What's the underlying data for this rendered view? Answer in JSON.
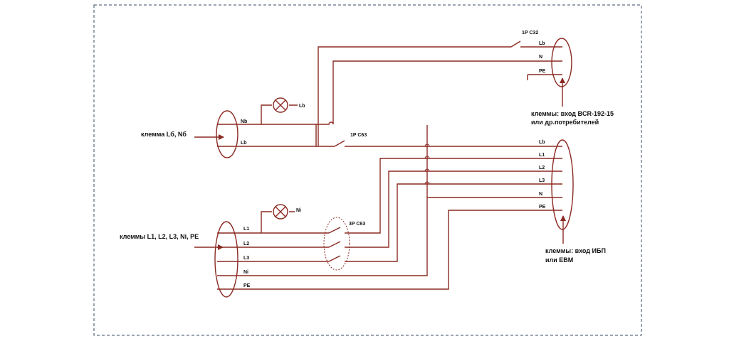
{
  "colors": {
    "wire": "#8b2a22",
    "frame": "#3a4a66"
  },
  "captions": {
    "input_ln": "клемма Lб, Nб",
    "input_3ph": "клеммы L1, L2, L3, Ni, PE",
    "out_top_1": "клеммы: вход BCR-192-15",
    "out_top_2": "или др.потребителей",
    "out_bottom_1": "клеммы: вход ИБП",
    "out_bottom_2": "или EBM"
  },
  "breakers": {
    "top": "1P C32",
    "mid": "1P C63",
    "three_phase": "3P C63"
  },
  "lamps": {
    "lamp1": "Lb",
    "lamp2": "Ni"
  },
  "terminals": {
    "left_top": [
      "Nb",
      "Lb"
    ],
    "left_bottom": [
      "L1",
      "L2",
      "L3",
      "Ni",
      "PE"
    ],
    "right_top": [
      "Lb",
      "N",
      "PE"
    ],
    "right_bottom": [
      "Lb",
      "L1",
      "L2",
      "L3",
      "N",
      "PE"
    ]
  }
}
